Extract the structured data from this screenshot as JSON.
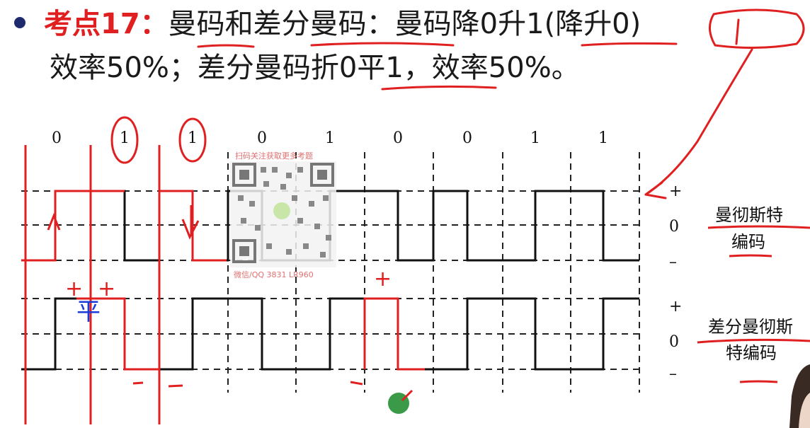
{
  "heading": {
    "point_label": "考点17：",
    "part1_a": "曼码",
    "part1_b": "和",
    "part1_c": "差分曼码",
    "part1_d": "：曼码",
    "part1_e": "降0升1",
    "part1_f": "(",
    "part1_g": "降",
    "part1_h": "升0)",
    "line2_a": "效率50%；差分曼码",
    "line2_b": "折0平1",
    "line2_c": "，效率50%。"
  },
  "bits": [
    "0",
    "1",
    "1",
    "0",
    "1",
    "0",
    "0",
    "1",
    "1"
  ],
  "levels": {
    "manchester": [
      "+",
      "0",
      "–"
    ],
    "diff_manchester": [
      "+",
      "0",
      "–"
    ]
  },
  "labels": {
    "manchester_line1": "曼彻斯特",
    "manchester_line2": "编码",
    "diff_line1": "差分曼彻斯",
    "diff_line2": "特编码"
  },
  "annotations": {
    "plus": "+",
    "minus": "–",
    "ping": "平"
  },
  "qr": {
    "top_text": "扫码关注获取更多考题",
    "bottom_text": "微信/QQ  3831 LR960"
  },
  "colors": {
    "accent": "#e02020",
    "bullet": "#1e2a6e",
    "pen_blue": "#1a3bd6",
    "ink": "#111111"
  }
}
